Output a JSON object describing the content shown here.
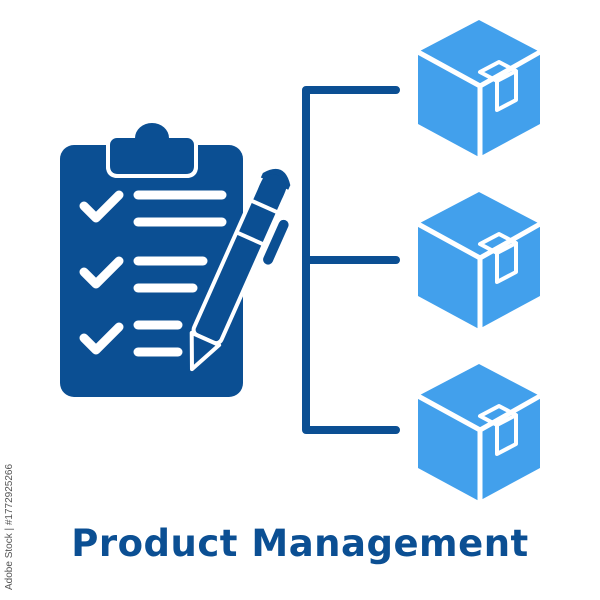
{
  "title": "Product Management",
  "watermark": "Adobe Stock | #1772925266",
  "colors": {
    "primary_dark": "#0b4f93",
    "box_blue": "#42a0ec",
    "background": "#ffffff"
  },
  "illustration": {
    "clipboard": {
      "icon": "clipboard-checklist-icon",
      "checklist_items": 3,
      "pen_icon": "pen-icon"
    },
    "connector": "bracket-tree-connector",
    "boxes": [
      {
        "icon": "package-box-icon"
      },
      {
        "icon": "package-box-icon"
      },
      {
        "icon": "package-box-icon"
      }
    ]
  }
}
